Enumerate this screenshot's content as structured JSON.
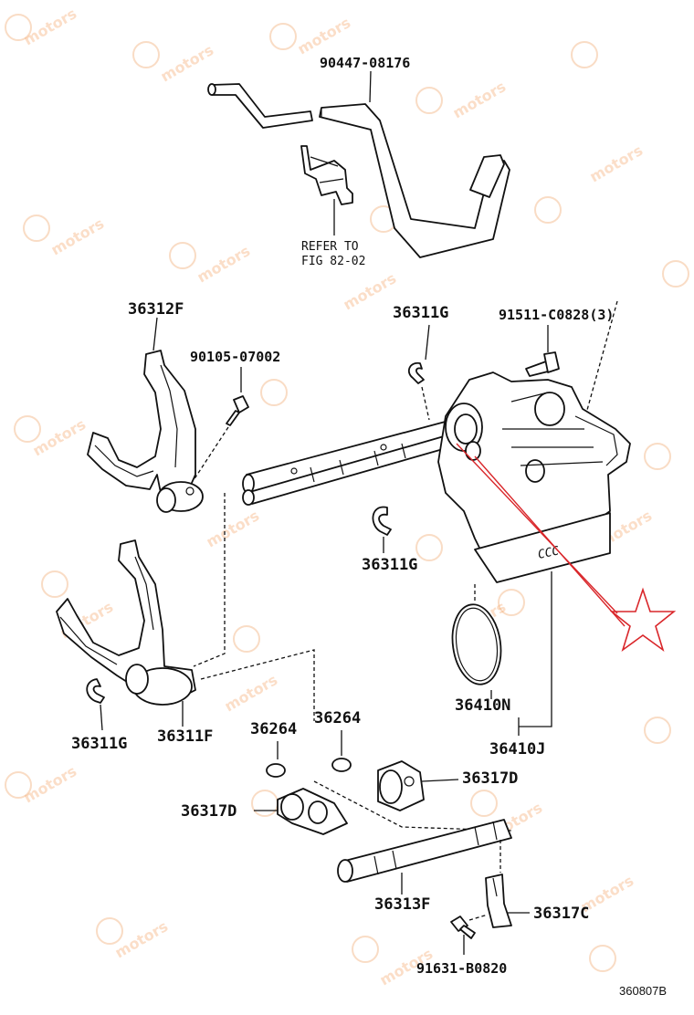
{
  "diagram": {
    "labels": {
      "hose": "90447-08176",
      "refer_line1": "REFER TO",
      "refer_line2": "FIG 82-02",
      "fork_upper": "36312F",
      "bolt_upper": "90105-07002",
      "ring_top": "36311G",
      "bolts_case": "91511-C0828(3)",
      "ring_middle": "36311G",
      "ring_lower": "36311G",
      "fork_lower": "36311F",
      "oring": "36410N",
      "case_assembly": "36410J",
      "pin_left": "36264",
      "pin_right": "36264",
      "head_right": "36317D",
      "head_left": "36317D",
      "shaft_lower": "36313F",
      "lever": "36317C",
      "bolt_lower": "91631-B0820",
      "figure_code": "360807B"
    },
    "marker_icon": "star-icon",
    "marker_color": "#d9262a",
    "watermark_color": "#f4a062",
    "line_color": "#111111"
  }
}
